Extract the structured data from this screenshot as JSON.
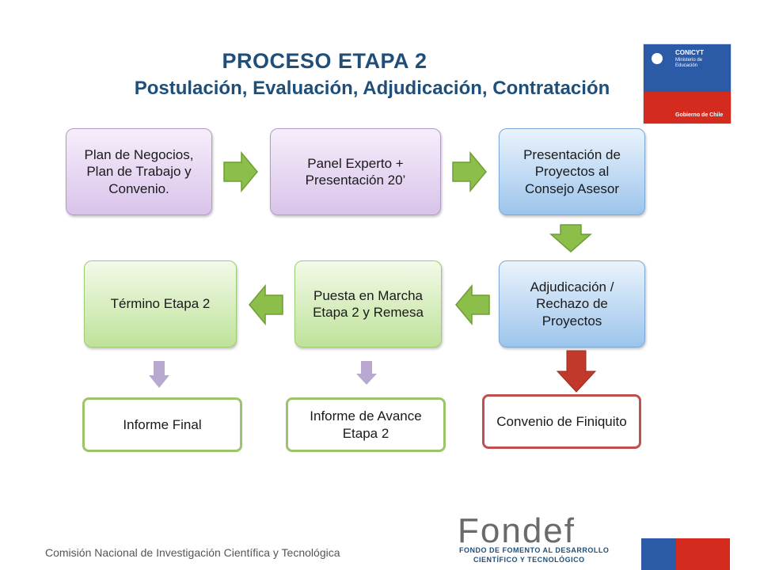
{
  "title": {
    "line1": "PROCESO ETAPA 2",
    "line2": "Postulación, Evaluación, Adjudicación, Contratación"
  },
  "nodes": {
    "plan": "Plan de Negocios, Plan de Trabajo y Convenio.",
    "panel": "Panel Experto + Presentación 20’",
    "presentacion": "Presentación de Proyectos al Consejo Asesor",
    "adjudicacion": "Adjudicación / Rechazo de Proyectos",
    "puesta": "Puesta en Marcha Etapa 2 y Remesa",
    "termino": "Término Etapa 2",
    "informe_final": "Informe Final",
    "informe_avance": "Informe de Avance Etapa 2",
    "convenio": "Convenio de Finiquito"
  },
  "logo": {
    "org": "CONICYT",
    "ministry_line1": "Ministerio de",
    "ministry_line2": "Educación",
    "gov": "Gobierno de Chile"
  },
  "footer": {
    "commission": "Comisión Nacional de Investigación Científica y Tecnológica",
    "fondef": "Fondef",
    "fondef_line1": "FONDO DE FOMENTO AL DESARROLLO",
    "fondef_line2": "CIENTÍFICO Y TECNOLÓGICO"
  },
  "colors": {
    "title": "#1f4e79",
    "arrow_green": "#8bbf4a",
    "arrow_lilac": "#b9a9d0",
    "arrow_red": "#c0392b",
    "chile_blue": "#2b5aa6",
    "chile_red": "#d52b1e"
  }
}
